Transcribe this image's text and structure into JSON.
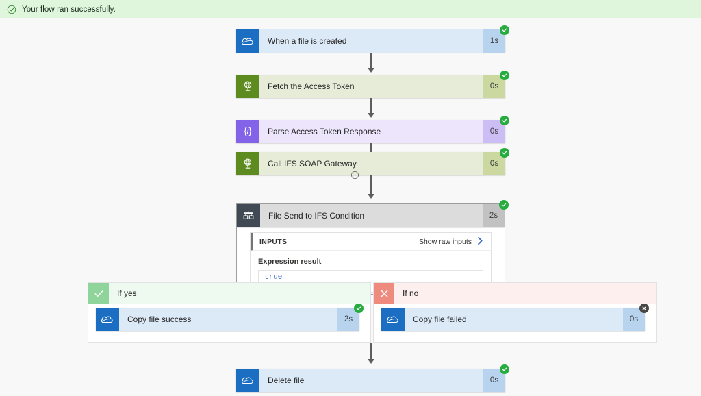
{
  "banner": {
    "icon": "check-circle-icon",
    "message": "Your flow ran successfully."
  },
  "flow": {
    "nodes": [
      {
        "id": "when-a-file-is-created",
        "title": "When a file is created",
        "duration": "1s",
        "icon": "onedrive-cloud-icon",
        "status": "succeeded",
        "type": "onedrive"
      },
      {
        "id": "fetch-the-access-token",
        "title": "Fetch the Access Token",
        "duration": "0s",
        "icon": "http-globe-icon",
        "status": "succeeded",
        "type": "http"
      },
      {
        "id": "parse-access-token-response",
        "title": "Parse Access Token Response",
        "duration": "0s",
        "icon": "parse-json-icon",
        "status": "succeeded",
        "type": "json"
      },
      {
        "id": "call-ifs-soap-gateway",
        "title": "Call IFS SOAP Gateway",
        "duration": "0s",
        "icon": "http-globe-icon",
        "status": "succeeded",
        "type": "http"
      },
      {
        "id": "file-send-to-ifs-condition",
        "title": "File Send to IFS Condition",
        "duration": "2s",
        "icon": "condition-branch-icon",
        "status": "succeeded",
        "type": "condition"
      },
      {
        "id": "delete-file",
        "title": "Delete file",
        "duration": "0s",
        "icon": "onedrive-cloud-icon",
        "status": "succeeded",
        "type": "onedrive"
      }
    ],
    "info_marker": {
      "icon": "info-circle-icon"
    }
  },
  "condition": {
    "inputs": {
      "section_label": "INPUTS",
      "raw_link_label": "Show raw inputs",
      "chevron_icon": "chevron-right-icon",
      "expression_label": "Expression result",
      "expression_value": "true"
    }
  },
  "branches": [
    {
      "id": "if-yes",
      "label": "If yes",
      "icon": "checkmark-icon",
      "action": {
        "id": "copy-file-success",
        "title": "Copy file success",
        "duration": "2s",
        "icon": "onedrive-cloud-icon",
        "status": "succeeded",
        "type": "onedrive"
      }
    },
    {
      "id": "if-no",
      "label": "If no",
      "icon": "x-mark-icon",
      "action": {
        "id": "copy-file-failed",
        "title": "Copy file failed",
        "duration": "0s",
        "icon": "onedrive-cloud-icon",
        "status": "skipped",
        "type": "onedrive"
      }
    }
  ],
  "colors": {
    "banner_bg": "#dff6dd",
    "success_green": "#27ac3f",
    "skipped_gray": "#484644",
    "onedrive_blue": "#1b6ec2",
    "http_green": "#5d8b1f",
    "json_purple": "#8364e8",
    "condition_dark": "#414a54",
    "yes_green": "#8fd49b",
    "no_red": "#ef8a7f",
    "link_blue": "#3a66c4"
  }
}
